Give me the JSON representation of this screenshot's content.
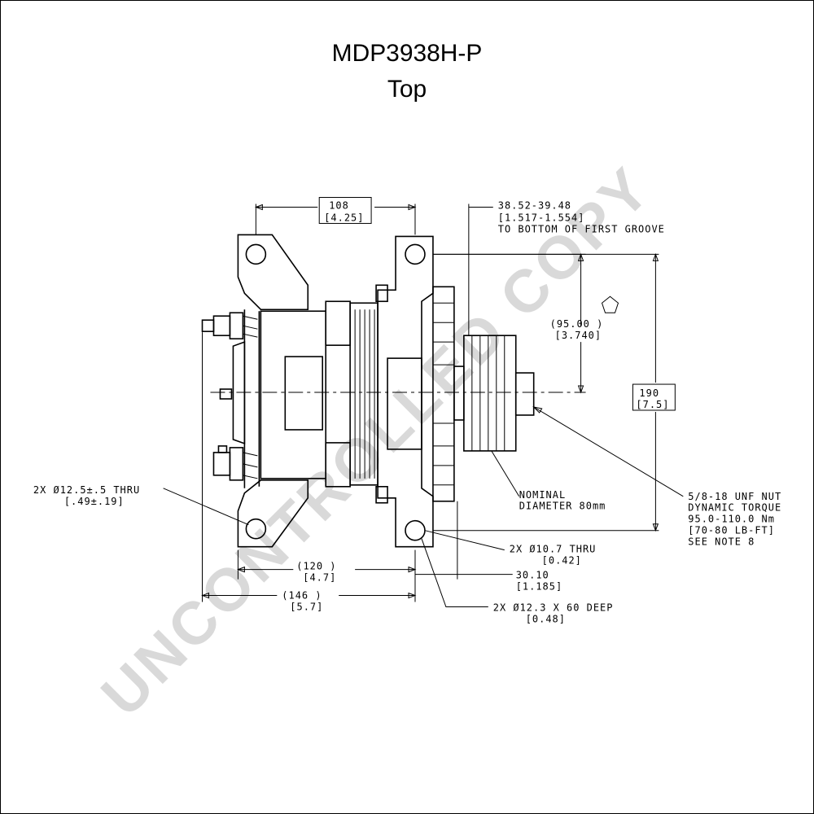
{
  "title": {
    "model": "MDP3938H-P",
    "view": "Top"
  },
  "watermark": "UNCONTROLLED COPY",
  "dimensions": {
    "top_width": {
      "mm": "108",
      "in": "[4.25]"
    },
    "groove": {
      "mm": "38.52-39.48",
      "in": "[1.517-1.554]",
      "note": "TO BOTTOM OF FIRST GROOVE"
    },
    "pulley_offset": {
      "mm": "(95.00  )",
      "in": "[3.740]"
    },
    "height": {
      "mm": "190",
      "in": "[7.5]"
    },
    "mount_hole_left": {
      "mm": "2X Ø12.5±.5 THRU",
      "in": "[.49±.19]"
    },
    "pulley_diameter": {
      "line1": "NOMINAL",
      "line2": "DIAMETER 80mm"
    },
    "nut": {
      "line1": "5/8-18 UNF NUT",
      "line2": "DYNAMIC TORQUE",
      "line3": "95.0-110.0 Nm",
      "line4": "[70-80 LB-FT]",
      "line5": "SEE NOTE 8"
    },
    "hole_107": {
      "mm": "2X Ø10.7   THRU",
      "in": "[0.42]"
    },
    "width_120": {
      "mm": "(120  )",
      "in": "[4.7]"
    },
    "depth_3010": {
      "mm": "30.10",
      "in": "[1.185]"
    },
    "width_146": {
      "mm": "(146  )",
      "in": "[5.7]"
    },
    "hole_123": {
      "mm": "2X Ø12.3   X 60 DEEP",
      "in": "[0.48]"
    }
  }
}
